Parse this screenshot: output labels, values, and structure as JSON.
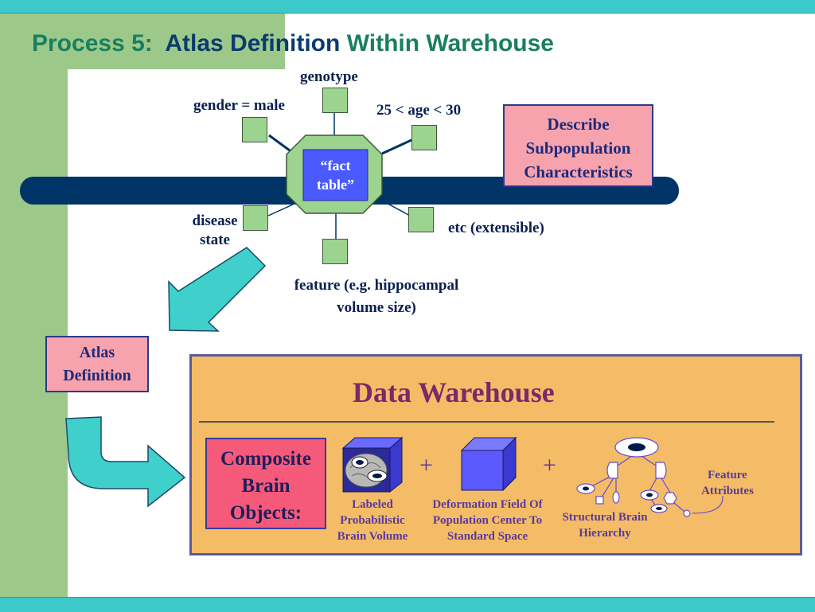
{
  "title": {
    "part1": "Process 5:",
    "part2": "Atlas Definition",
    "part3": "Within Warehouse"
  },
  "star": {
    "center_label": "“fact table”",
    "genotype": "genotype",
    "gender": "gender = male",
    "age": "25 < age < 30",
    "disease": "disease state",
    "etc": "etc (extensible)",
    "feature": "feature (e.g. hippocampal volume size)"
  },
  "describe_box": "Describe Subpopulation Characteristics",
  "atlas_box": "Atlas Definition",
  "warehouse": {
    "title": "Data Warehouse",
    "composite": "Composite Brain Objects:",
    "plus1": "+",
    "plus2": "+",
    "labeled": "Labeled Probabilistic Brain Volume",
    "deformation": "Deformation Field Of Population Center To Standard Space",
    "hierarchy": "Structural Brain Hierarchy",
    "feature_attr": "Feature Attributes"
  },
  "colors": {
    "teal": "#3cc9c9",
    "green": "#9cc98a",
    "navy": "#003366",
    "pink": "#f7a3ae",
    "orange": "#f4bc66",
    "blue_cube": "#5a5aff"
  }
}
